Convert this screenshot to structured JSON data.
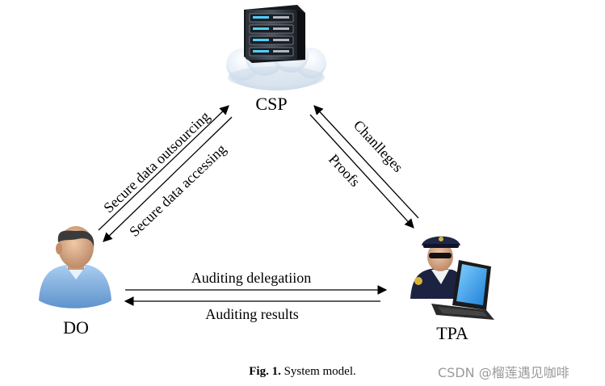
{
  "nodes": {
    "csp": "CSP",
    "do": "DO",
    "tpa": "TPA"
  },
  "edges": {
    "secure_outsourcing": "Secure data outsourcing",
    "secure_accessing": "Secure data accessing",
    "challenges": "Chanlleges",
    "proofs": "Proofs",
    "auditing_delegation": "Auditing delegatiion",
    "auditing_results": "Auditing results"
  },
  "caption": {
    "prefix": "Fig. 1.",
    "text": "System model."
  },
  "watermark": "CSDN @榴莲遇见咖啡",
  "icons": {
    "csp": "cloud-server-icon",
    "do": "user-icon",
    "tpa": "auditor-with-laptop-icon"
  }
}
